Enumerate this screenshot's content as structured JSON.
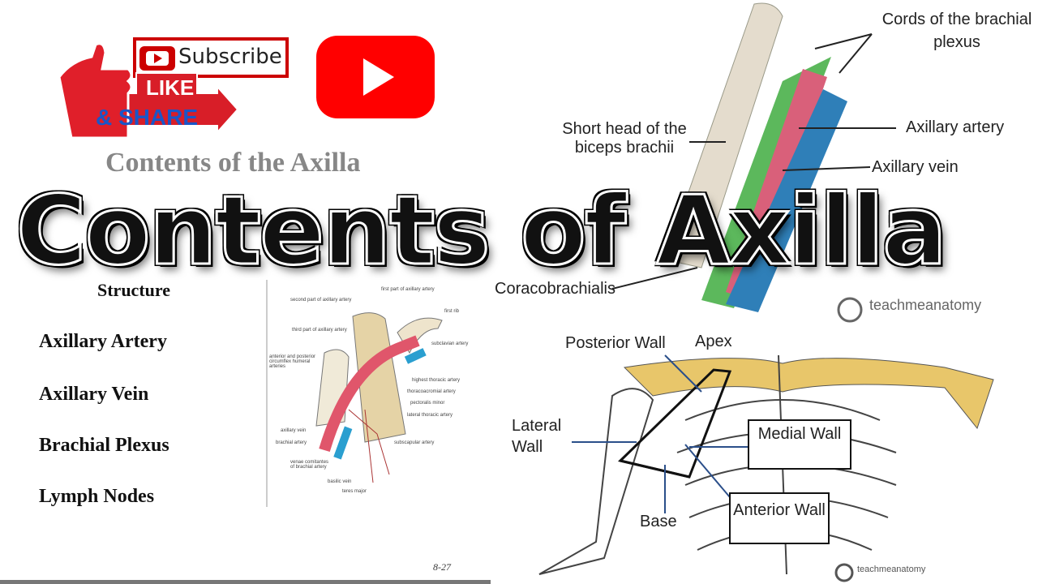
{
  "badge": {
    "subscribe": "Subscribe",
    "like": "LIKE",
    "share": "& SHARE"
  },
  "title": "Contents of Axilla",
  "slide": {
    "heading": "Contents of the Axilla",
    "column_header": "Structure",
    "items": [
      "Axillary Artery",
      "Axillary Vein",
      "Brachial Plexus",
      "Lymph Nodes"
    ],
    "page": "8-27",
    "figure_labels": [
      "first part of axillary artery",
      "second part of axillary artery",
      "first rib",
      "third part of axillary artery",
      "subclavian artery",
      "anterior and posterior circumflex humeral arteries",
      "highest thoracic artery",
      "thoracoacromial artery",
      "pectoralis minor",
      "lateral thoracic artery",
      "axillary vein",
      "brachial artery",
      "subscapular artery",
      "venae comitantes of brachial artery",
      "basilic vein",
      "teres major"
    ]
  },
  "top_figure": {
    "labels": {
      "cords": "Cords of the brachial plexus",
      "short_head": "Short head of the biceps brachii",
      "artery": "Axillary artery",
      "coraco": "Coracobrachialis",
      "vein": "Axillary vein"
    },
    "credit": "teachmeanatomy"
  },
  "bottom_figure": {
    "labels": {
      "posterior": "Posterior Wall",
      "apex": "Apex",
      "lateral": "Lateral Wall",
      "medial": "Medial Wall",
      "anterior": "Anterior Wall",
      "base": "Base"
    },
    "credit": "teachmeanatomy"
  },
  "colors": {
    "youtube_red": "#ff0000",
    "artery": "#e0566b",
    "vein": "#2a7fb5",
    "nerve": "#4caf50",
    "bone": "#e8c66a"
  }
}
